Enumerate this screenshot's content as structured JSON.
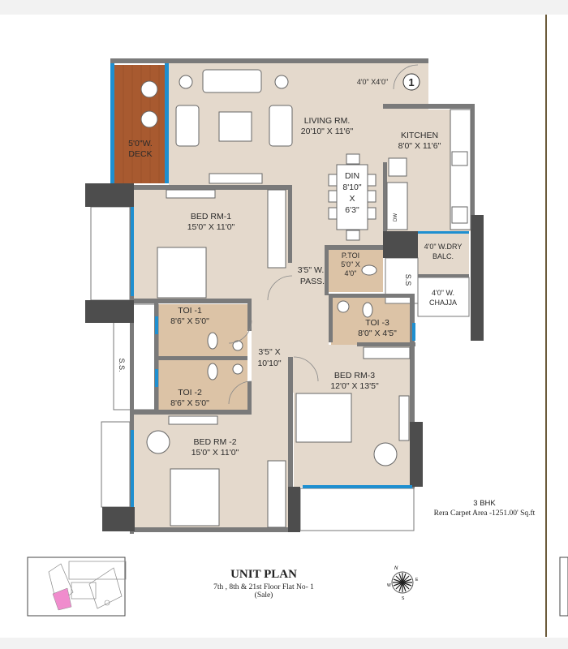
{
  "plan": {
    "entrance_number": "1",
    "entrance_door_size": "4'0\" X4'0\"",
    "rooms": {
      "deck": {
        "name": "5'0\"W.",
        "dims": "DECK"
      },
      "living": {
        "name": "LIVING RM.",
        "dims": "20'10\" X 11'6\""
      },
      "kitchen": {
        "name": "KITCHEN",
        "dims": "8'0\" X 11'6\""
      },
      "dining": {
        "line1": "DIN",
        "line2": "8'10\"",
        "line3": "X",
        "line4": "6'3\""
      },
      "bed1": {
        "name": "BED RM-1",
        "dims": "15'0\" X 11'0\""
      },
      "pass": {
        "name": "3'5\" W.",
        "dims": "PASS."
      },
      "ptoi": {
        "name": "P.TOI",
        "dims1": "5'0\" X",
        "dims2": "4'0\""
      },
      "dry_balc": {
        "name": "4'0\" W.DRY",
        "dims": "BALC."
      },
      "chajja": {
        "name": "4'0\" W.",
        "dims": "CHAJJA"
      },
      "toi1": {
        "name": "TOI -1",
        "dims": "8'6\" X 5'0\""
      },
      "toi2": {
        "name": "TOI -2",
        "dims": "8'6\" X 5'0\""
      },
      "toi3": {
        "name": "TOI -3",
        "dims": "8'0\" X 4'5\""
      },
      "passage2": {
        "name": "3'5\" X",
        "dims": "10'10\""
      },
      "bed3": {
        "name": "BED RM-3",
        "dims": "12'0\" X 13'5\""
      },
      "bed2": {
        "name": "BED RM -2",
        "dims": "15'0\" X 11'0\""
      },
      "ss_left": "S.S.",
      "ss_right": "S.S"
    },
    "dw_label": "DW"
  },
  "info": {
    "type": "3 BHK",
    "carpet_area": "Rera Carpet Area  -1251.00' Sq.ft"
  },
  "title": {
    "heading": "UNIT PLAN",
    "floors": "7th , 8th & 21st Floor Flat No- 1",
    "sale": "(Sale)"
  },
  "compass": {
    "n": "N",
    "e": "E",
    "s": "S",
    "w": "W"
  },
  "colors": {
    "floor": "#e4d9cc",
    "tile": "#dcc3a6",
    "wall": "#7a7a7a",
    "column": "#4d4d4d",
    "window": "#1e8fd0",
    "deck": "#a85a30",
    "key_highlight": "#f08ccd"
  }
}
